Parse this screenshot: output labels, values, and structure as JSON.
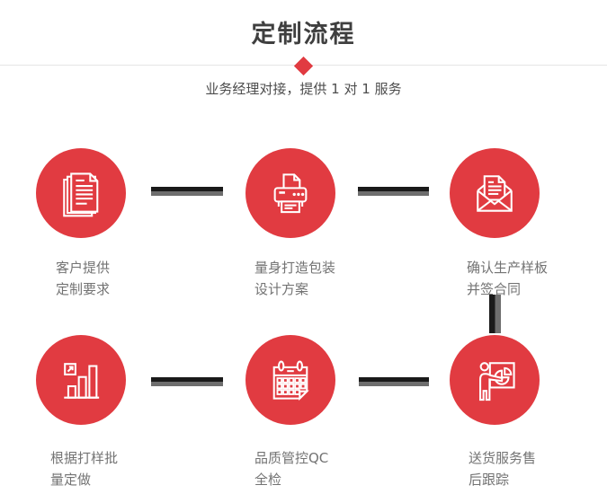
{
  "page": {
    "title": "定制流程",
    "subtitle": "业务经理对接，提供 1 对 1 服务"
  },
  "colors": {
    "accent_red": "#e13b41",
    "connector_dark": "#1a1a1a",
    "connector_gray": "#6e6e6e",
    "title_text": "#3f3f3f",
    "subtitle_text": "#4d4d4d",
    "label_text": "#737373",
    "divider": "#e5e5e5"
  },
  "steps": [
    {
      "icon": "documents-icon",
      "line1": "客户提供",
      "line2": "定制要求"
    },
    {
      "icon": "printer-icon",
      "line1": "量身打造包装",
      "line2": "设计方案"
    },
    {
      "icon": "envelope-letter-icon",
      "line1": "确认生产样板",
      "line2": "并签合同"
    },
    {
      "icon": "growth-bar-chart-icon",
      "line1": "根据打样批",
      "line2": "量定做"
    },
    {
      "icon": "calendar-icon",
      "line1": "品质管控QC",
      "line2": "全检"
    },
    {
      "icon": "presentation-chart-icon",
      "line1": "送货服务售",
      "line2": "后跟踪"
    }
  ]
}
